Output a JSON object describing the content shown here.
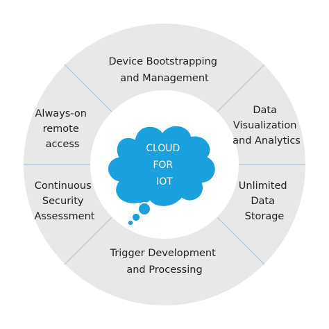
{
  "colors": {
    "ring": "#e8e8e8",
    "divider": "#a8c8e0",
    "inner_ring": "#ffffff",
    "cloud": "#1aa0dd",
    "cloud_outline": "#ffffff",
    "text": "#1f1f1f",
    "center_text": "#ffffff"
  },
  "segments": [
    {
      "id": "device-bootstrapping",
      "lines": [
        "Device Bootstrapping",
        "and Management"
      ]
    },
    {
      "id": "data-visualization",
      "lines": [
        "Data",
        "Visualization",
        "and Analytics"
      ]
    },
    {
      "id": "unlimited-storage",
      "lines": [
        "Unlimited",
        "Data",
        "Storage"
      ]
    },
    {
      "id": "trigger-development",
      "lines": [
        "Trigger Development",
        "and Processing"
      ]
    },
    {
      "id": "security-assessment",
      "lines": [
        "Continuous",
        "Security",
        "Assessment"
      ]
    },
    {
      "id": "always-on-access",
      "lines": [
        "Always-on",
        "remote",
        "access"
      ]
    }
  ],
  "center": {
    "lines": [
      "CLOUD",
      "FOR",
      "IOT"
    ]
  }
}
